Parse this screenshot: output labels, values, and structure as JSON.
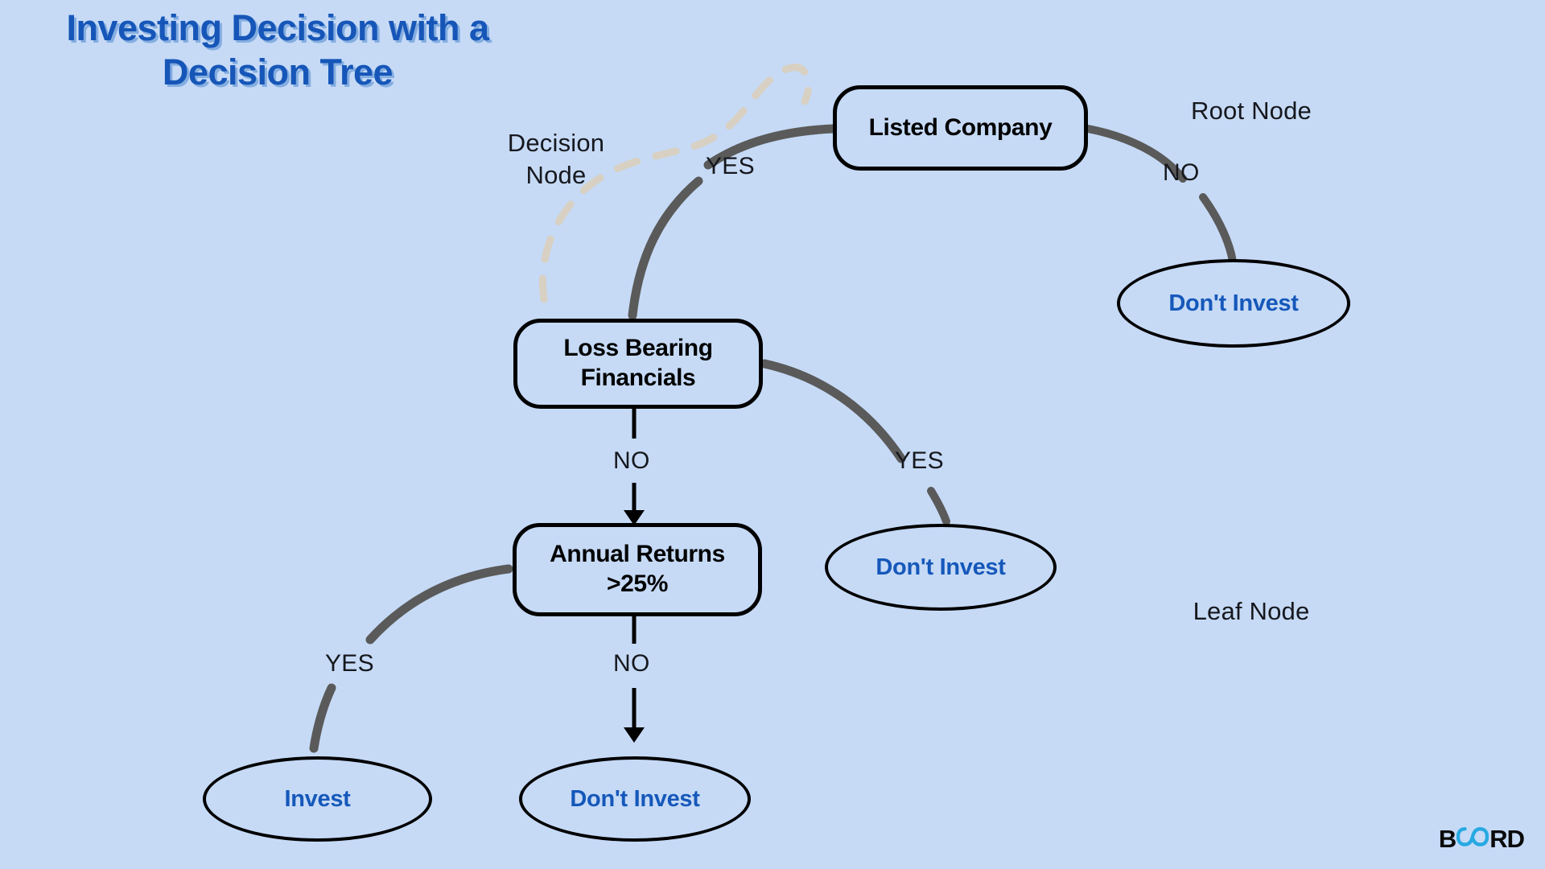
{
  "title": "Investing Decision with a\nDecision Tree",
  "colors": {
    "background": "#c6daf6",
    "title_blue": "#1656b8",
    "title_shadow": "#78a5dc",
    "leaf_text_blue": "#1558ba",
    "node_outline": "#000000",
    "edge_gray": "#5a5a5a",
    "annotation_dash": "#d8d0c2",
    "logo_black": "#0a0a0a",
    "logo_cyan": "#28a9e2"
  },
  "chart_data": {
    "type": "tree",
    "title": "Investing Decision with a Decision Tree",
    "nodes": [
      {
        "id": "root",
        "label": "Listed Company",
        "kind": "root",
        "shape": "rounded-rect"
      },
      {
        "id": "loss",
        "label": "Loss Bearing\nFinancials",
        "kind": "decision",
        "shape": "rounded-rect"
      },
      {
        "id": "annual",
        "label": "Annual Returns\n>25%",
        "kind": "decision",
        "shape": "rounded-rect"
      },
      {
        "id": "leaf1",
        "label": "Don't Invest",
        "kind": "leaf",
        "shape": "ellipse"
      },
      {
        "id": "leaf2",
        "label": "Don't Invest",
        "kind": "leaf",
        "shape": "ellipse"
      },
      {
        "id": "leaf3",
        "label": "Invest",
        "kind": "leaf",
        "shape": "ellipse"
      },
      {
        "id": "leaf4",
        "label": "Don't Invest",
        "kind": "leaf",
        "shape": "ellipse"
      }
    ],
    "edges": [
      {
        "from": "root",
        "to": "loss",
        "label": "YES",
        "style": "curve"
      },
      {
        "from": "root",
        "to": "leaf1",
        "label": "NO",
        "style": "curve"
      },
      {
        "from": "loss",
        "to": "annual",
        "label": "NO",
        "style": "arrow"
      },
      {
        "from": "loss",
        "to": "leaf2",
        "label": "YES",
        "style": "curve"
      },
      {
        "from": "annual",
        "to": "leaf3",
        "label": "YES",
        "style": "curve"
      },
      {
        "from": "annual",
        "to": "leaf4",
        "label": "NO",
        "style": "arrow"
      }
    ],
    "annotations": [
      {
        "id": "decision-node",
        "text": "Decision\nNode",
        "target": "loss"
      },
      {
        "id": "root-node",
        "text": "Root Node",
        "target": "root"
      },
      {
        "id": "leaf-node",
        "text": "Leaf Node",
        "target": "leaf2"
      }
    ]
  },
  "nodes": {
    "root": "Listed Company",
    "loss_bearing": "Loss Bearing\nFinancials",
    "annual_returns": "Annual Returns\n>25%",
    "leaf_right_top": "Don't Invest",
    "leaf_right_mid": "Don't Invest",
    "leaf_bottom_left": "Invest",
    "leaf_bottom_mid": "Don't Invest"
  },
  "edge_labels": {
    "root_yes": "YES",
    "root_no": "NO",
    "loss_no": "NO",
    "loss_yes": "YES",
    "annual_yes": "YES",
    "annual_no": "NO"
  },
  "annotations": {
    "decision_node": "Decision\nNode",
    "root_node": "Root Node",
    "leaf_node": "Leaf Node"
  },
  "logo": {
    "prefix": "B",
    "infinity": "∞",
    "suffix": "RD"
  }
}
